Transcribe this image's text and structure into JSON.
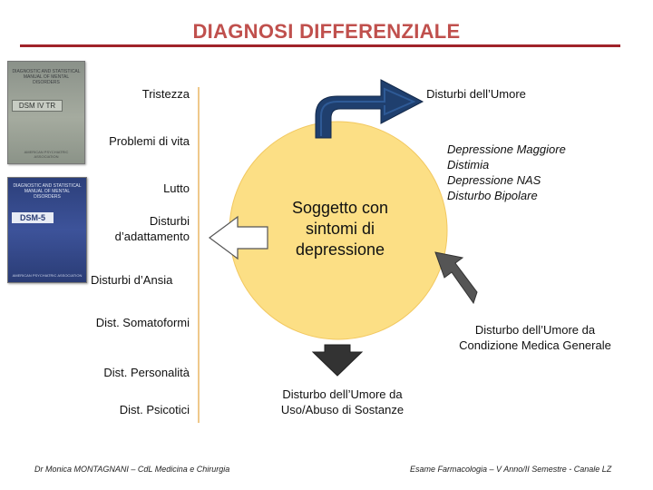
{
  "title": "DIAGNOSI DIFFERENZIALE",
  "colors": {
    "title": "#c0504d",
    "rule": "#a0232a",
    "circle_fill": "#fcdf85",
    "arrow_fill": "#ffffff",
    "arrow_stroke": "#555555",
    "arrow_dark": "#1f3f6e",
    "divider": "#efc98b"
  },
  "books": {
    "dsm4": {
      "header": "DIAGNOSTIC AND STATISTICAL MANUAL OF MENTAL DISORDERS",
      "label": "DSM IV TR",
      "footer": "AMERICAN PSYCHIATRIC ASSOCIATION"
    },
    "dsm5": {
      "header": "DIAGNOSTIC AND STATISTICAL MANUAL OF MENTAL DISORDERS",
      "label": "DSM-5",
      "footer": "AMERICAN PSYCHIATRIC ASSOCIATION"
    }
  },
  "left_items": [
    "Tristezza",
    "Problemi di vita",
    "Lutto",
    "Disturbi d’adattamento",
    "Disturbi d’Ansia",
    "Dist. Somatoformi",
    "Dist. Personalità",
    "Dist. Psicotici"
  ],
  "center": "Soggetto con sintomi di depressione",
  "mood_disorders_title": "Disturbi dell’Umore",
  "mood_disorders_list": [
    "Depressione Maggiore",
    "Distimia",
    "Depressione NAS",
    "Disturbo Bipolare"
  ],
  "medical_condition": "Disturbo dell’Umore da Condizione Medica Generale",
  "substance": "Disturbo dell’Umore da Uso/Abuso di Sostanze",
  "footer_left": "Dr Monica MONTAGNANI – CdL Medicina e Chirurgia",
  "footer_right": "Esame Farmacologia – V Anno/II Semestre - Canale LZ"
}
